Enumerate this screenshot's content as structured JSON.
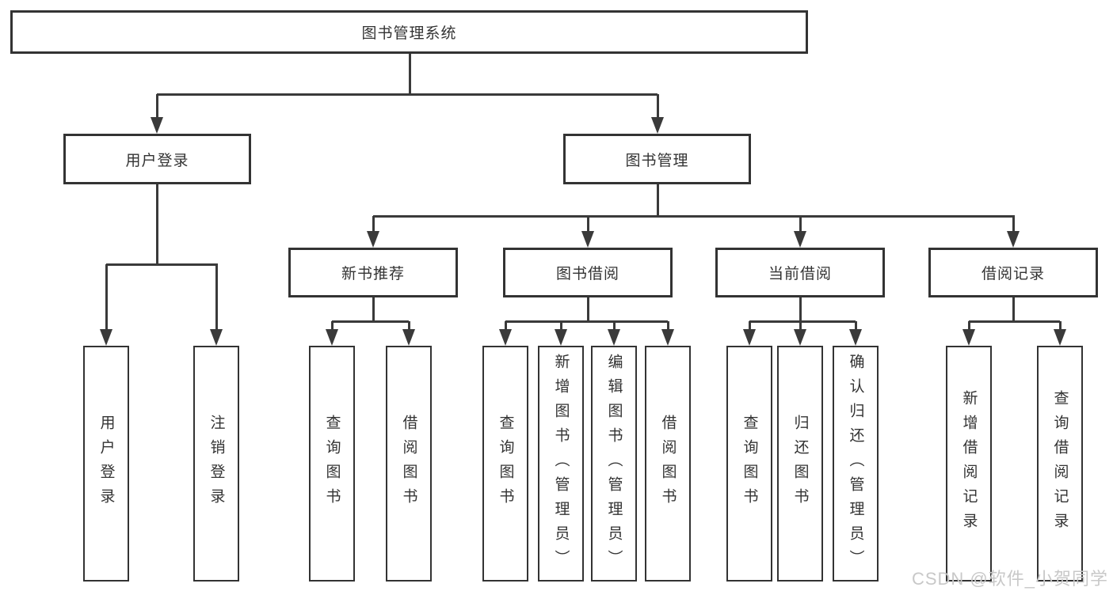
{
  "diagram": {
    "root": "图书管理系统",
    "level2": {
      "user_login": "用户登录",
      "book_mgmt": "图书管理"
    },
    "level3": {
      "new_books": "新书推荐",
      "book_borrow": "图书借阅",
      "current_borrow": "当前借阅",
      "borrow_records": "借阅记录"
    },
    "leaves": {
      "user_login": [
        "用户登录",
        "注销登录"
      ],
      "new_books": [
        "查询图书",
        "借阅图书"
      ],
      "book_borrow": [
        "查询图书",
        "新增图书（管理员）",
        "编辑图书（管理员）",
        "借阅图书"
      ],
      "current_borrow": [
        "查询图书",
        "归还图书",
        "确认归还（管理员）"
      ],
      "borrow_records": [
        "新增借阅记录",
        "查询借阅记录"
      ]
    }
  },
  "watermark": {
    "text": "CSDN @软件_小贺同学"
  },
  "colors": {
    "line": "#3a3a3a",
    "box_border": "#333333",
    "text": "#333333",
    "watermark": "#c8c8c8",
    "background": "#ffffff"
  }
}
